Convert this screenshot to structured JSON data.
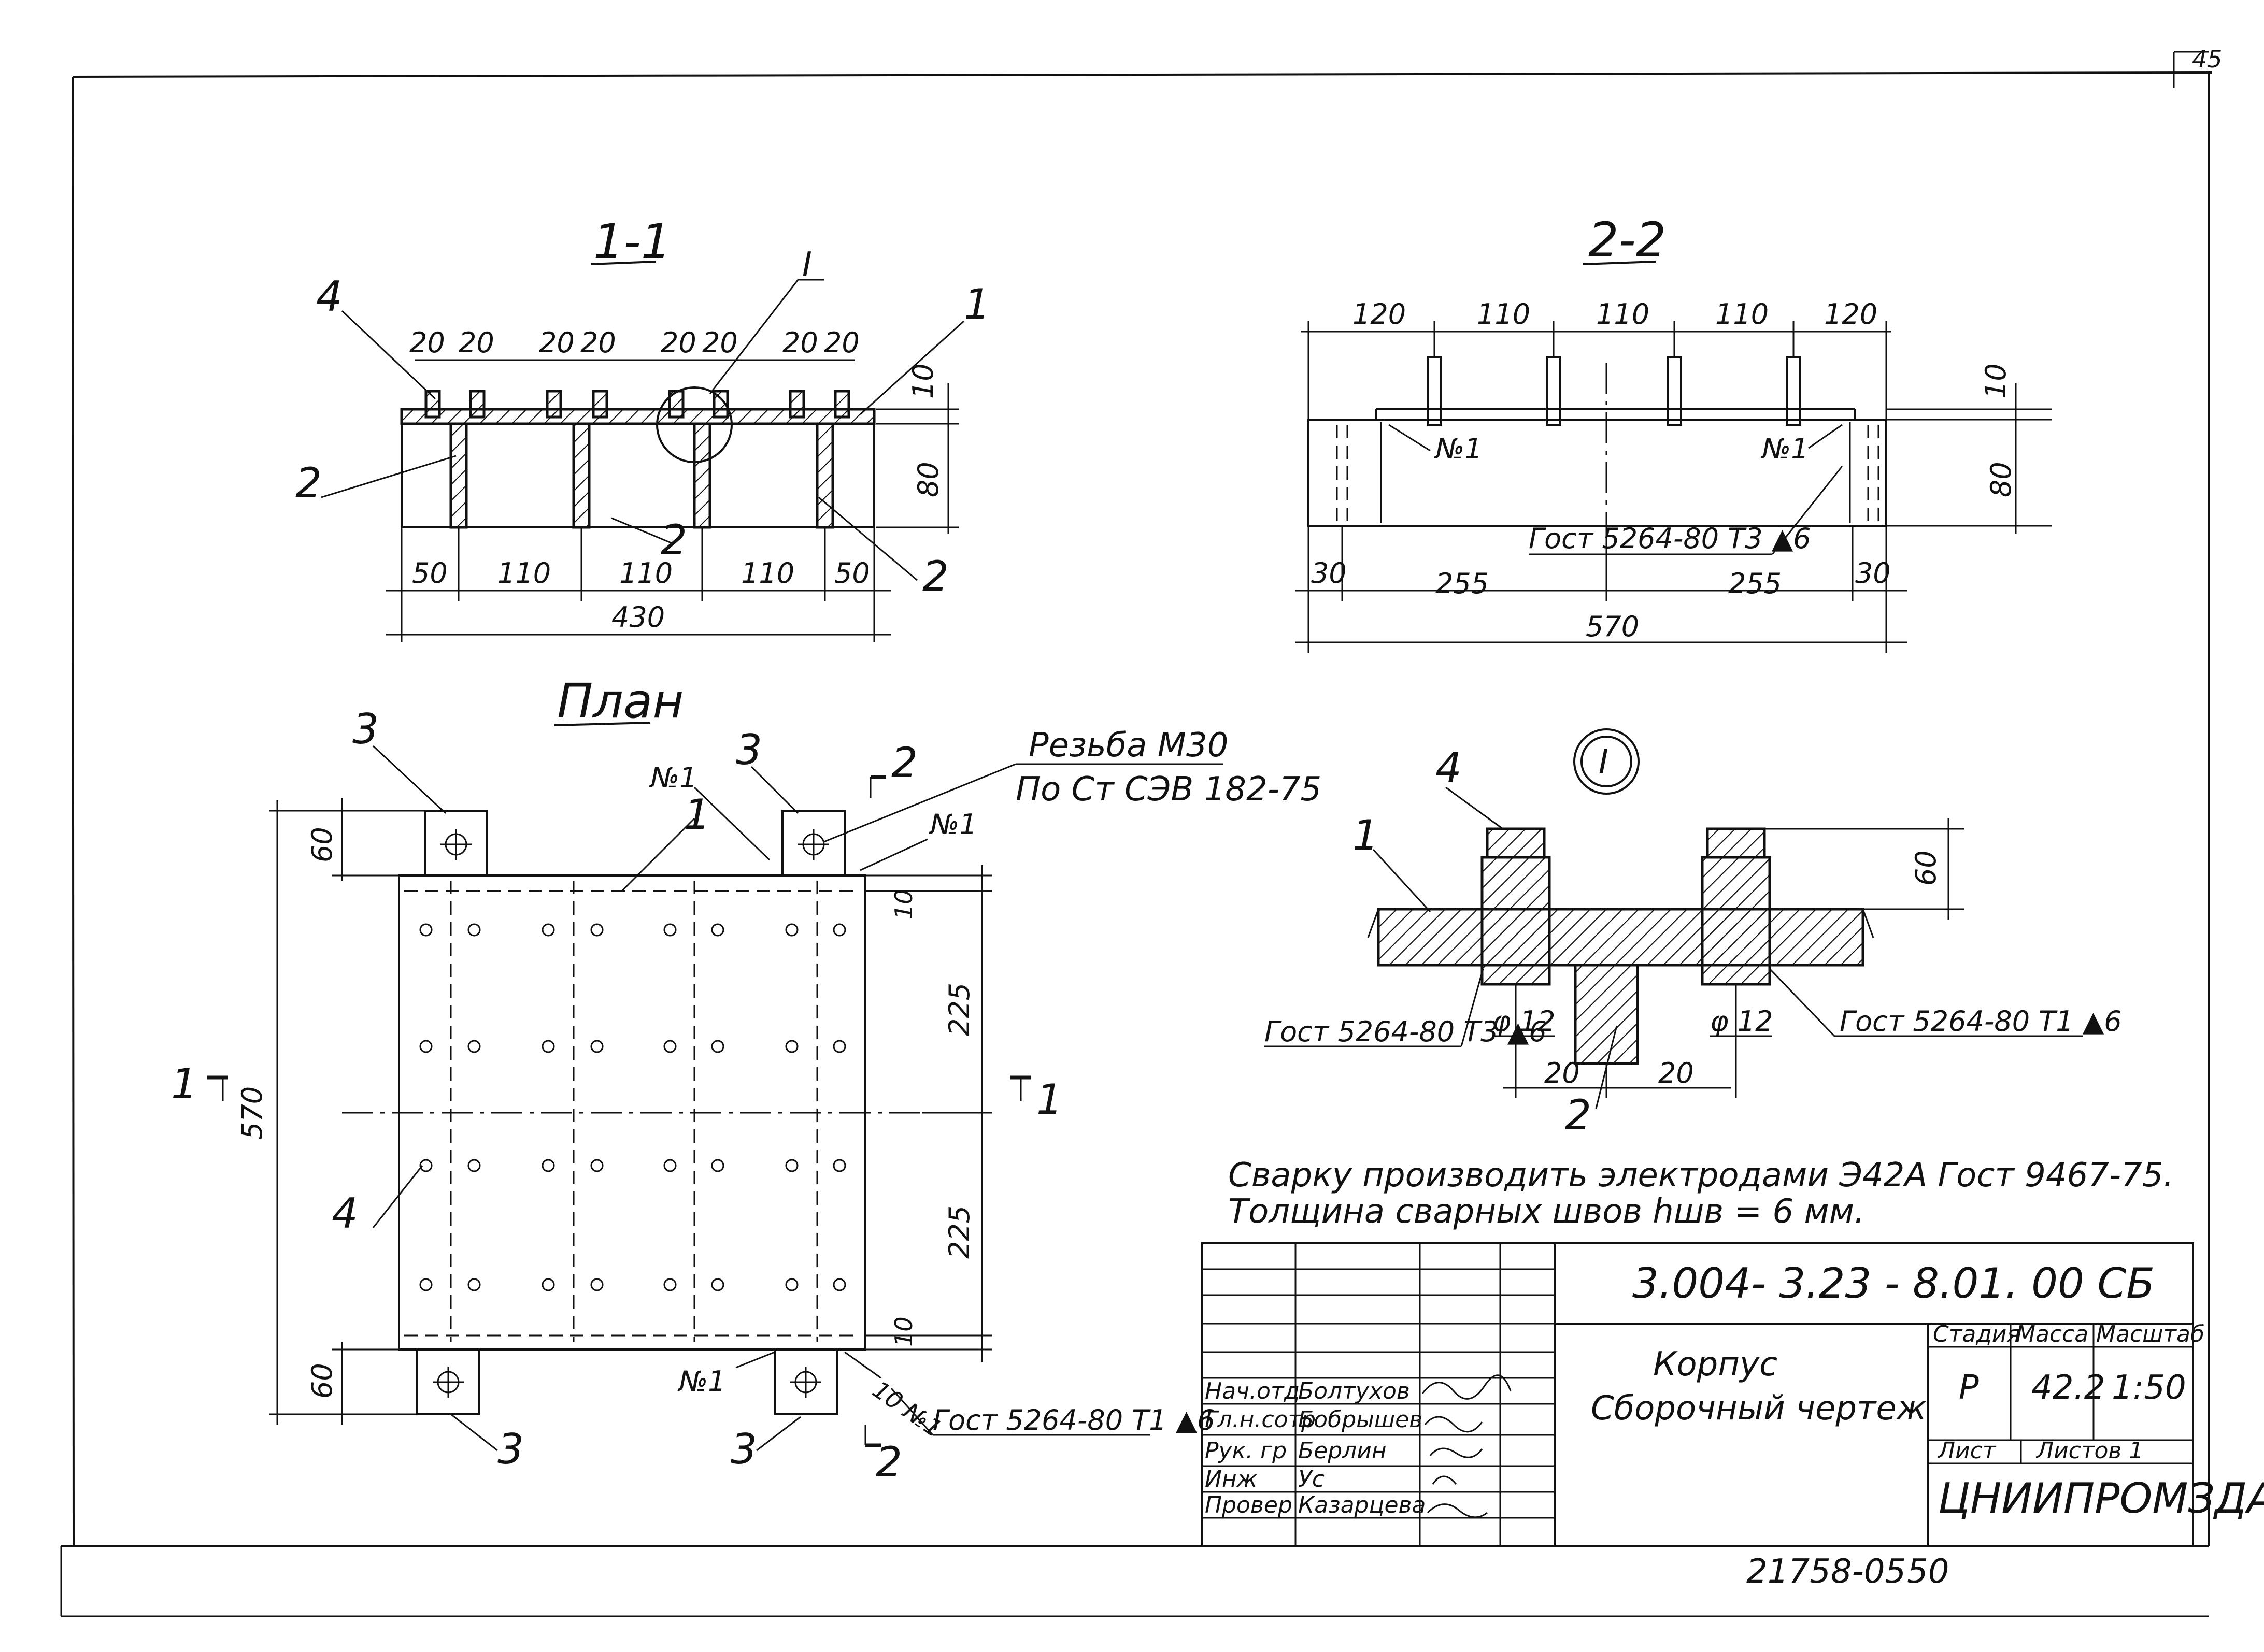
{
  "sheet": {
    "page_number": "45",
    "archive_number": "21758-05",
    "archive_page": "50"
  },
  "section_1_1": {
    "title": "1-1",
    "callout_I": "I",
    "part_labels": [
      "4",
      "1",
      "2",
      "2",
      "2"
    ],
    "top_dims": [
      "20",
      "20",
      "20",
      "20",
      "20",
      "20",
      "20",
      "20"
    ],
    "bottom_dims": [
      "50",
      "110",
      "110",
      "110",
      "50"
    ],
    "overall": "430",
    "height_dims": [
      "10",
      "80"
    ]
  },
  "section_2_2": {
    "title": "2-2",
    "top_dims": [
      "120",
      "110",
      "110",
      "110",
      "120"
    ],
    "bottom_dims": [
      "30",
      "255",
      "255",
      "30"
    ],
    "overall": "570",
    "height_dims": [
      "10",
      "80"
    ],
    "weld_marks": [
      "№1",
      "№1"
    ],
    "weld_note": "Гост 5264-80 Т3 ▲6"
  },
  "plan": {
    "title": "План",
    "thread_note_line1": "Резьба М30",
    "thread_note_line2": "По Ст СЭВ 182-75",
    "section_marks": [
      "1",
      "1",
      "2",
      "2"
    ],
    "part_labels": [
      "3",
      "3",
      "1",
      "4",
      "3",
      "3"
    ],
    "weld_marks": [
      "№1",
      "№1",
      "№1",
      "10 №1"
    ],
    "left_dims": [
      "570",
      "60",
      "60"
    ],
    "right_dims": [
      "10",
      "225",
      "225",
      "10"
    ],
    "weld_note": "Гост 5264-80 Т1 ▲6"
  },
  "detail_I": {
    "marker": "I",
    "part_labels": [
      "4",
      "1",
      "2"
    ],
    "dims": [
      "60",
      "φ 12",
      "φ 12",
      "20",
      "20"
    ],
    "weld_left": "Гост 5264-80 Т3 ▲6",
    "weld_right": "Гост 5264-80 Т1 ▲6"
  },
  "notes": {
    "line1": "Сварку производить электродами  Э42А  Гост  9467-75.",
    "line2": "Толщина сварных швов  hшв = 6 мм."
  },
  "title_block": {
    "code": "3.004- 3.23 - 8.01. 00 СБ",
    "name_line1": "Корпус",
    "name_line2": "Сборочный   чертеж",
    "stage_header": "Стадия",
    "mass_header": "Масса",
    "scale_header": "Масштаб",
    "stage": "Р",
    "mass": "42.2",
    "scale": "1:50",
    "sheet_label": "Лист",
    "sheets_label": "Листов 1",
    "organization": "ЦНИИПРОМЗДАНИЙ",
    "roles": [
      "Нач.отд",
      "Гл.н.сотр",
      "Рук. гр",
      "Инж",
      "Провер"
    ],
    "names": [
      "Болтухов",
      "Бобрышев",
      "Берлин",
      "Ус",
      "Казарцева"
    ]
  }
}
